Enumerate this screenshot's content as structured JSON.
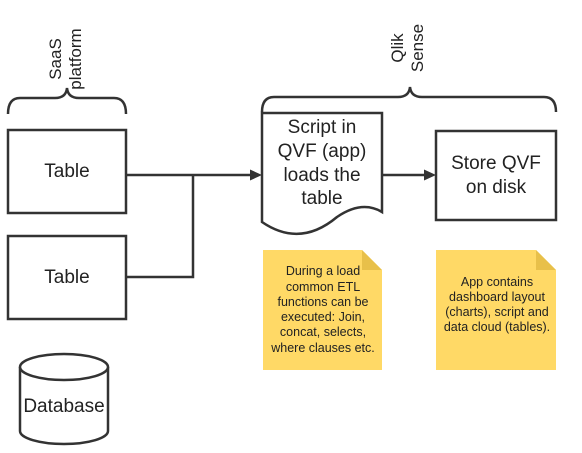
{
  "labels": {
    "saas_line1": "SaaS",
    "saas_line2": "platform",
    "qlik_line1": "Qlik",
    "qlik_line2": "Sense"
  },
  "nodes": {
    "table_top": "Table",
    "table_bottom": "Table",
    "database": "Database",
    "script": "Script in QVF (app) loads the table",
    "store": "Store QVF on disk"
  },
  "notes": {
    "etl": "During a load common ETL functions can be executed: Join, concat, selects, where clauses etc.",
    "app": "App contains dashboard layout (charts), script and data cloud (tables)."
  },
  "colors": {
    "stroke": "#333333",
    "note_fill": "#FFD966",
    "note_fold": "#E8C04A"
  }
}
